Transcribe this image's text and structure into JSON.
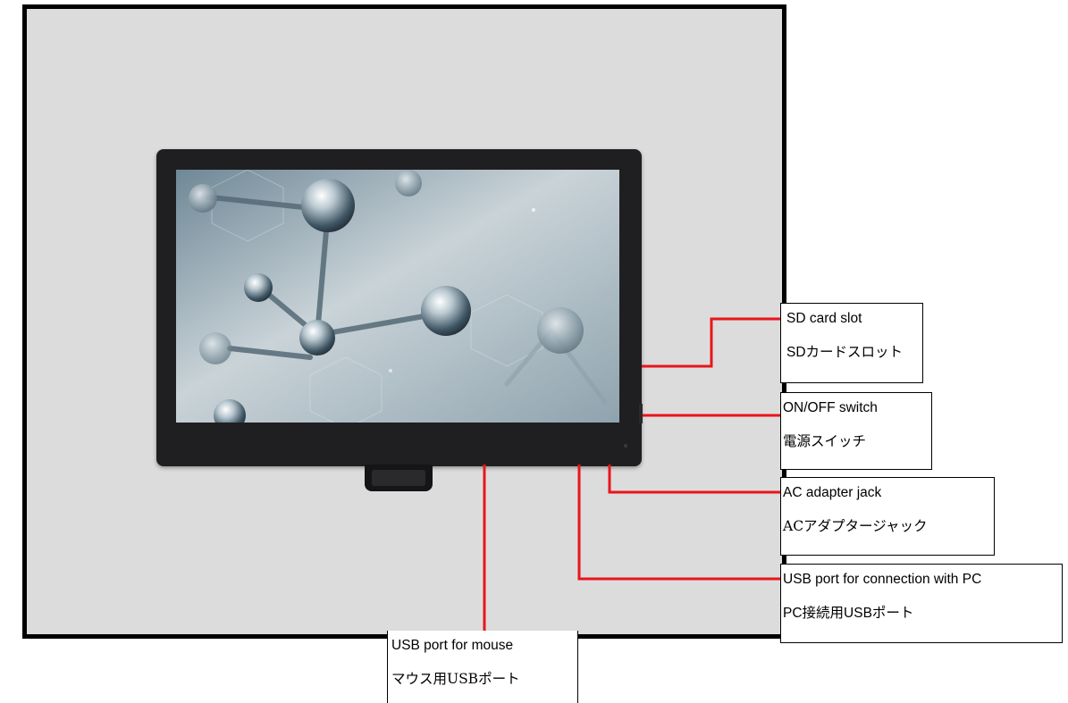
{
  "labels": {
    "sd_card": {
      "en": "SD card slot",
      "jp": "SDカードスロット"
    },
    "power_switch": {
      "en": "ON/OFF switch",
      "jp": "電源スイッチ"
    },
    "ac_jack": {
      "en": "AC adapter jack",
      "jp": "ACアダプタージャック"
    },
    "usb_pc": {
      "en": "USB port for connection with PC",
      "jp": "PC接続用USBポート"
    },
    "usb_mouse": {
      "en": "USB port for mouse",
      "jp": "マウス用USBポート"
    }
  },
  "colors": {
    "leader_line": "#e8151b",
    "panel_background": "#dcdcdc",
    "monitor_bezel": "#1f1f22"
  }
}
